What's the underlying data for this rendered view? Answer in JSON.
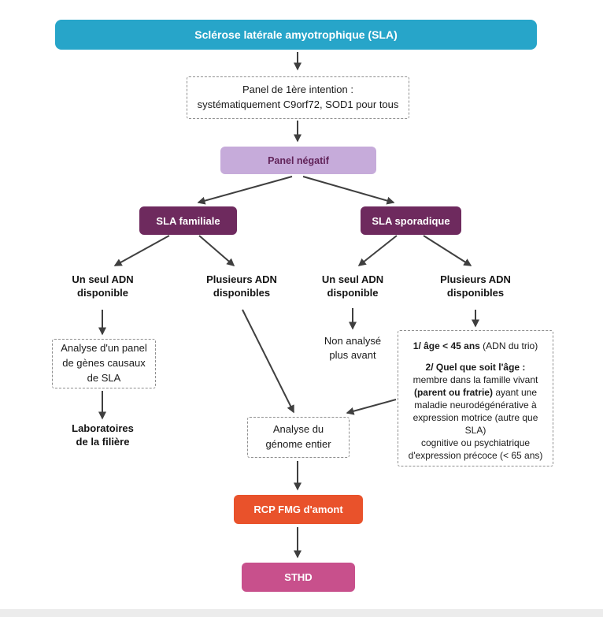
{
  "colors": {
    "teal": "#27a5c9",
    "light_purple": "#c6abda",
    "dark_purple": "#6e2a5e",
    "dark_purple_text": "#612359",
    "orange": "#e9522b",
    "pink": "#c8508c",
    "arrow": "#3f3f3f"
  },
  "nodes": {
    "title": "Sclérose latérale amyotrophique (SLA)",
    "panel_first_intention": "Panel de 1ère intention :\nsystématiquement C9orf72, SOD1 pour tous",
    "panel_negative": "Panel négatif",
    "sla_familial": "SLA familiale",
    "sla_sporadic": "SLA sporadique",
    "familial_single_dna": "Un seul ADN\ndisponible",
    "familial_multiple_dna": "Plusieurs ADN\ndisponibles",
    "sporadic_single_dna": "Un seul ADN\ndisponible",
    "sporadic_multiple_dna": "Plusieurs ADN\ndisponibles",
    "panel_causal_genes": "Analyse d'un panel\nde gènes causaux\nde SLA",
    "labs": "Laboratoires\nde la filière",
    "not_analyzed": "Non analysé\nplus avant",
    "criteria": {
      "line1_bold": "1/ âge < 45 ans",
      "line1_rest": " (ADN du trio)",
      "head2": "2/ Quel que soit l'âge :",
      "l2a": "membre dans la famille vivant",
      "l2b_bold": "(parent ou fratrie)",
      "l2b_rest": " ayant une",
      "l2c": "maladie neurodégénérative à",
      "l2d": "expression motrice (autre que SLA)",
      "l2e": "cognitive ou psychiatrique",
      "l2f": "d'expression précoce (< 65 ans)"
    },
    "genome_analysis": "Analyse du\ngénome entier",
    "rcp": "RCP FMG d'amont",
    "sthd": "STHD"
  }
}
